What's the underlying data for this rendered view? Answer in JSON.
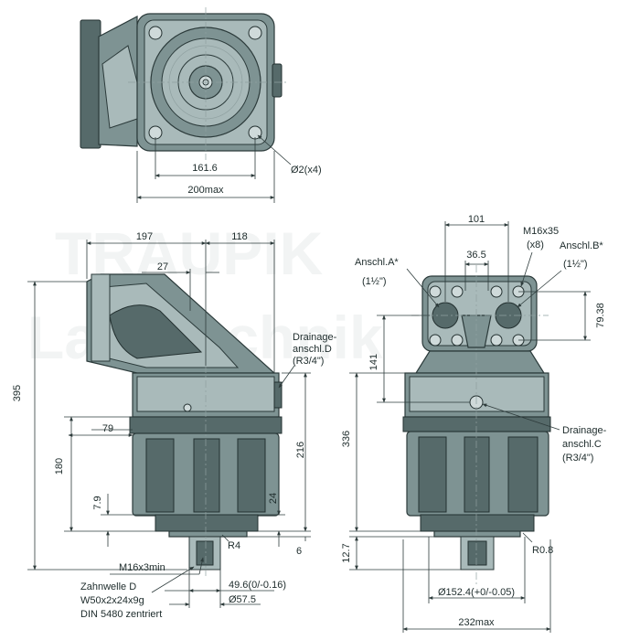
{
  "watermark": {
    "line1": "TRAUPIK",
    "line2": "Landtechnik"
  },
  "top_view": {
    "dim_bolt_spacing": "161.6",
    "dim_width": "200max",
    "dim_hole": "Ø2(x4)"
  },
  "side_view": {
    "dim_197": "197",
    "dim_118": "118",
    "dim_27": "27",
    "dim_395": "395",
    "dim_79": "79",
    "dim_180": "180",
    "dim_216": "216",
    "dim_7_9": "7.9",
    "dim_24": "24",
    "dim_r4": "R4",
    "dim_6": "6",
    "drain_d_line1": "Drainage-",
    "drain_d_line2": "anschl.D",
    "drain_d_line3": "(R3/4\")",
    "thread": "M16x3min",
    "shaft_line1": "Zahnwelle D",
    "shaft_line2": "W50x2x24x9g",
    "shaft_line3": "DIN 5480 zentriert",
    "dim_49_6": "49.6(0/-0.16)",
    "dim_57_5": "Ø57.5"
  },
  "front_view": {
    "dim_101": "101",
    "dim_36_5": "36.5",
    "bolt_line1": "M16x35",
    "bolt_line2": "(x8)",
    "port_a_line1": "Anschl.A*",
    "port_a_line2": "(1½\")",
    "port_b_line1": "Anschl.B*",
    "port_b_line2": "(1½\")",
    "dim_79_38": "79.38",
    "dim_141": "141",
    "dim_336": "336",
    "drain_c_line1": "Drainage-",
    "drain_c_line2": "anschl.C",
    "drain_c_line3": "(R3/4\")",
    "dim_12_7": "12.7",
    "dim_r0_8": "R0.8",
    "dim_152_4": "Ø152.4(+0/-0.05)",
    "dim_232": "232max"
  }
}
